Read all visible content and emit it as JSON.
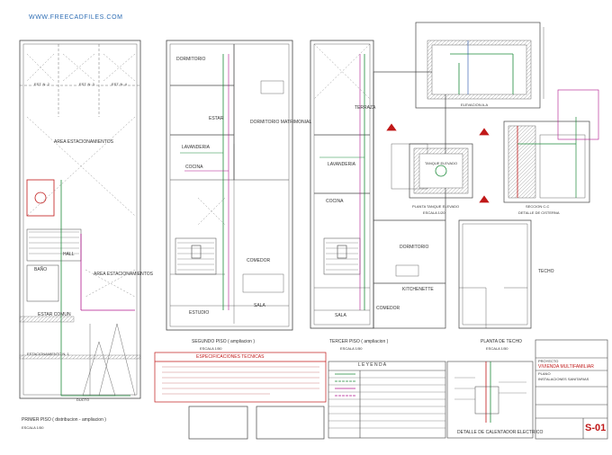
{
  "watermark": "WWW.FREECADFILES.COM",
  "plan1": {
    "rooms": [
      "EST. N. 2",
      "EST. N. 3",
      "EST. N. 4",
      "AREA ESTACIONAMIENTOS",
      "HALL",
      "BAÑO",
      "AREA ESTACIONAMIENTOS",
      "ESTAR COMUN",
      "ESTACIONAMIENTO N. 1",
      "DUCTO"
    ],
    "title": "PRIMER PISO  ( distribucion - ampliacion )",
    "scale": "ESCALA 1/50"
  },
  "plan2": {
    "rooms": [
      "DORMITORIO",
      "ESTAR",
      "DORMITORIO MATRIMONIAL",
      "LAVANDERIA",
      "COCINA",
      "COMEDOR",
      "SALA",
      "ESTUDIO"
    ],
    "title": "SEGUNDO PISO  ( ampliacion )",
    "scale": "ESCALA 1/50"
  },
  "plan3": {
    "rooms": [
      "TERRAZA",
      "LAVANDERIA",
      "COCINA",
      "DORMITORIO",
      "KITCHENETTE",
      "COMEDOR",
      "SALA"
    ],
    "title": "TERCER PISO  ( ampliacion )",
    "scale": "ESCALA 1/50"
  },
  "roof": {
    "label": "TECHO",
    "title": "PLANTA DE TECHO",
    "scale": "ESCALA 1/50"
  },
  "details": {
    "elevation": "ELEVACION A-A",
    "tank_plan": "PLANTA TANQUE ELEVADO",
    "tank_scale": "ESCALA 1/20",
    "section": "SECCION C-C",
    "section_sub": "DETALLE DE CISTERNA",
    "tank_label": "TANQUE ELEVADO",
    "heater": "DETALLE DE CALENTADOR ELECTRICO"
  },
  "specs": {
    "title": "ESPECIFICACIONES TECNICAS"
  },
  "legend": {
    "title": "L E Y E N D A"
  },
  "titleblock": {
    "sheet_code": "S-01",
    "project_label": "PROYECTO",
    "project": "VIVIENDA MULTIFAMILIAR",
    "plan_label": "PLANO",
    "plan": "INSTALACIONES SANITARIAS"
  },
  "colors": {
    "line": "#444444",
    "water": "#1d8a3a",
    "drain": "#b0158c",
    "accent": "#c01818",
    "watermark": "#2e6db4"
  }
}
